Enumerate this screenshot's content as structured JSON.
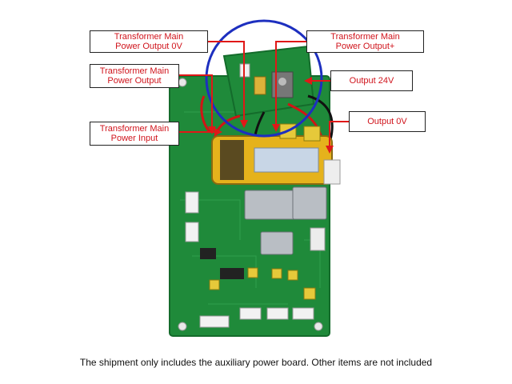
{
  "labels": {
    "tm_output_0v": [
      "Transformer Main",
      "Power Output 0V"
    ],
    "tm_output_plus": [
      "Transformer Main",
      "Power Output+"
    ],
    "tm_output": [
      "Transformer Main",
      "Power Output"
    ],
    "output_24v": [
      "Output 24V"
    ],
    "tm_input": [
      "Transformer Main",
      "Power Input"
    ],
    "output_0v": [
      "Output 0V"
    ]
  },
  "caption": "The shipment only includes the auxiliary power board. Other items are not included",
  "colors": {
    "annotation_text": "#d0141c",
    "arrow": "#e01818",
    "circle": "#1d2fbf",
    "pcb": "#1f8a3a"
  }
}
